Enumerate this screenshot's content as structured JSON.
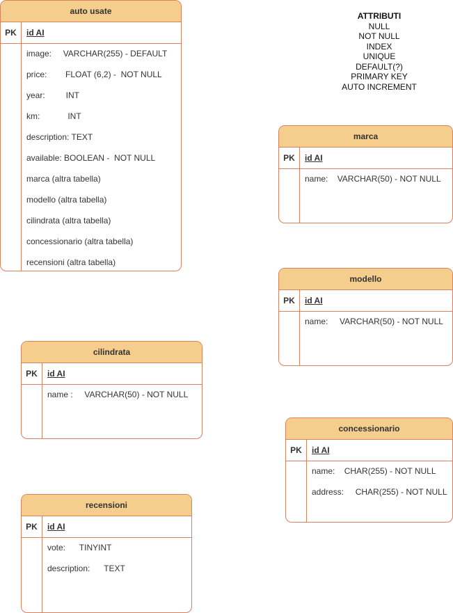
{
  "attributes": {
    "title": "ATTRIBUTI",
    "items": [
      "NULL",
      "NOT NULL",
      "INDEX",
      "UNIQUE",
      "DEFAULT(?)",
      "PRIMARY KEY",
      "AUTO INCREMENT"
    ]
  },
  "tables": {
    "auto_usate": {
      "name": "auto usate",
      "pk_label": "PK",
      "pk_field": "id AI ",
      "fields": [
        "image:     VARCHAR(255) - DEFAULT",
        "price:        FLOAT (6,2) -  NOT NULL",
        "year:         INT",
        "km:            INT",
        "description: TEXT",
        "available: BOOLEAN -  NOT NULL",
        "marca (altra tabella)",
        "modello (altra tabella)",
        "cilindrata (altra tabella)",
        "concessionario (altra tabella)",
        "recensioni (altra tabella)"
      ]
    },
    "marca": {
      "name": "marca",
      "pk_label": "PK",
      "pk_field": "id AI",
      "fields": [
        "name:    VARCHAR(50) - NOT NULL"
      ]
    },
    "modello": {
      "name": "modello",
      "pk_label": "PK",
      "pk_field": "id AI",
      "fields": [
        "name:     VARCHAR(50) - NOT NULL"
      ]
    },
    "cilindrata": {
      "name": "cilindrata",
      "pk_label": "PK",
      "pk_field": "id AI",
      "fields": [
        "name :     VARCHAR(50) - NOT NULL"
      ]
    },
    "concessionario": {
      "name": "concessionario",
      "pk_label": "PK",
      "pk_field": "id AI",
      "fields": [
        "name:    CHAR(255) - NOT NULL",
        "address:     CHAR(255) - NOT NULL"
      ]
    },
    "recensioni": {
      "name": "recensioni",
      "pk_label": "PK",
      "pk_field": "id AI",
      "fields": [
        "vote:      TINYINT",
        "description:      TEXT"
      ]
    }
  }
}
